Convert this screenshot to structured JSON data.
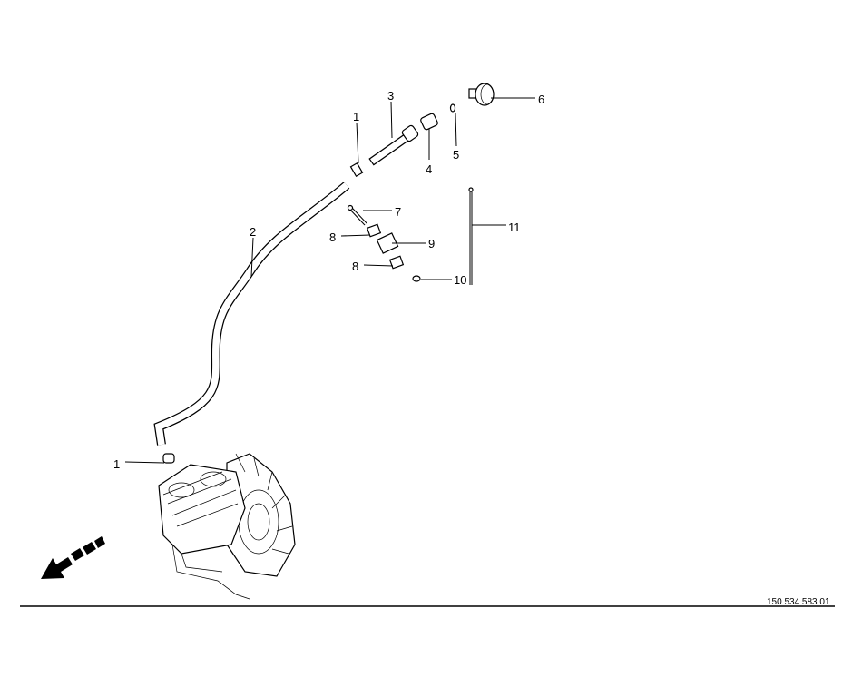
{
  "callouts": [
    {
      "number": "1"
    },
    {
      "number": "2"
    },
    {
      "number": "3"
    },
    {
      "number": "4"
    },
    {
      "number": "5"
    },
    {
      "number": "6"
    },
    {
      "number": "7"
    },
    {
      "number": "8"
    },
    {
      "number": "9"
    },
    {
      "number": "8"
    },
    {
      "number": "10"
    },
    {
      "number": "11"
    },
    {
      "number": "1"
    }
  ],
  "footer": {
    "part_number": "150 534 583 01"
  }
}
